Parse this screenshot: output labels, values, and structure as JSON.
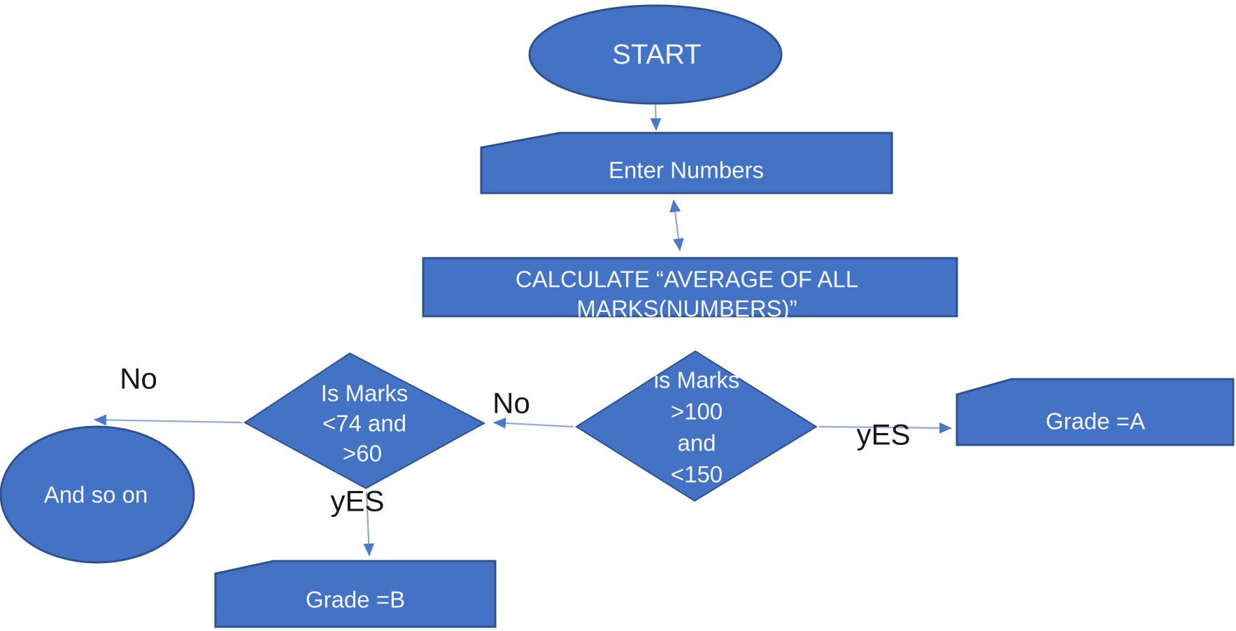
{
  "diagram": {
    "type": "flowchart",
    "topic": "grade calculation"
  },
  "colors": {
    "shape-fill": "#4472C4",
    "shape-border": "#2F528F",
    "connector": "#8FAADC",
    "arrowhead": "#4C7BC6",
    "shape-text": "#F2F7FC",
    "label-text": "#151515"
  },
  "nodes": {
    "start": {
      "shape": "ellipse",
      "label": "START"
    },
    "enter_numbers": {
      "shape": "manual-input",
      "label": "Enter Numbers"
    },
    "calculate": {
      "shape": "rectangle",
      "lines": [
        "CALCULATE “AVERAGE OF ALL",
        "MARKS(NUMBERS)”"
      ]
    },
    "decision_right": {
      "shape": "diamond",
      "lines": [
        "is Marks",
        ">100",
        "and",
        "<150"
      ]
    },
    "decision_left": {
      "shape": "diamond",
      "lines": [
        "Is Marks",
        "<74 and",
        ">60"
      ]
    },
    "grade_a": {
      "shape": "manual-input",
      "label": "Grade =A"
    },
    "grade_b": {
      "shape": "manual-input",
      "label": "Grade =B"
    },
    "and_so_on": {
      "shape": "ellipse",
      "label": "And so on"
    }
  },
  "labels": {
    "no_right": "No",
    "yes_right": "yES",
    "no_left": "No",
    "yes_left": "yES"
  }
}
